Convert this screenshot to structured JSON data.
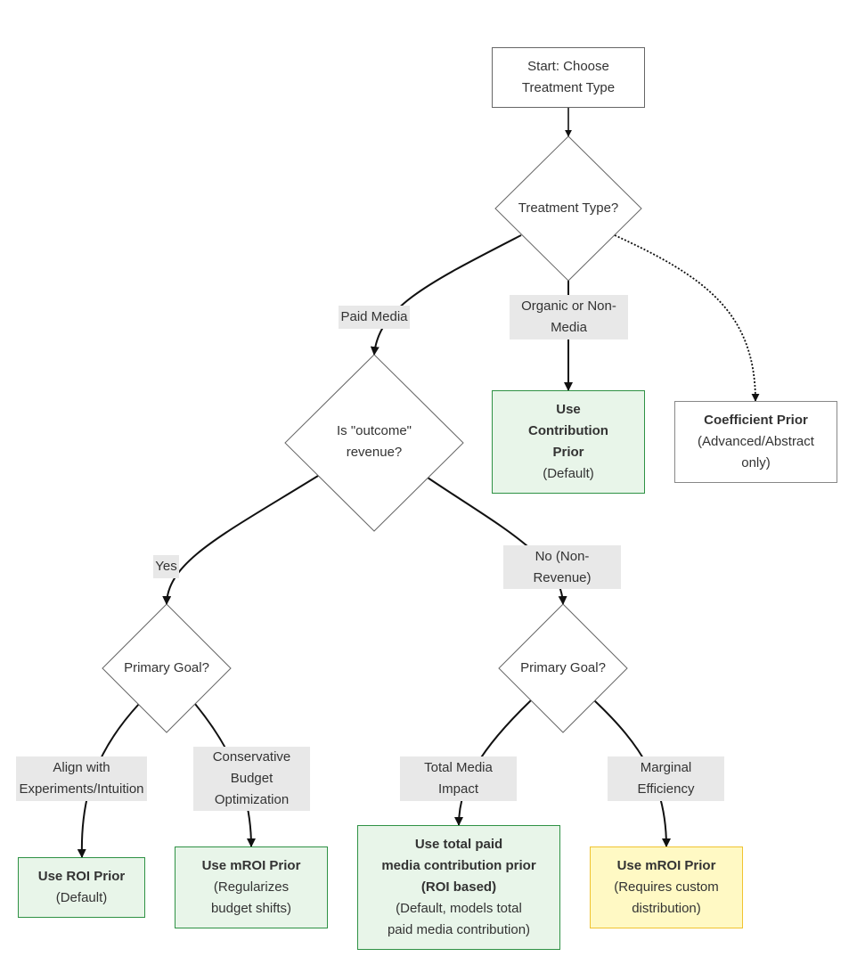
{
  "nodes": {
    "start": {
      "lines": [
        "Start: Choose",
        "Treatment Type"
      ]
    },
    "treatment_type": {
      "lines": [
        "Treatment Type?"
      ]
    },
    "outcome_revenue": {
      "lines": [
        "Is \"outcome\"",
        "revenue?"
      ]
    },
    "contribution_prior": {
      "bold": [
        "Use",
        "Contribution",
        "Prior"
      ],
      "lines": [
        "(Default)"
      ]
    },
    "coefficient_prior": {
      "bold": [
        "Coefficient Prior"
      ],
      "lines": [
        "(Advanced/Abstract",
        "only)"
      ]
    },
    "goal_left": {
      "lines": [
        "Primary Goal?"
      ]
    },
    "goal_right": {
      "lines": [
        "Primary Goal?"
      ]
    },
    "roi_prior": {
      "bold": [
        "Use ROI Prior"
      ],
      "lines": [
        "(Default)"
      ]
    },
    "mroi_prior_left": {
      "bold": [
        "Use mROI Prior"
      ],
      "lines": [
        "(Regularizes",
        "budget shifts)"
      ]
    },
    "total_paid_prior": {
      "bold": [
        "Use total paid",
        "media contribution prior",
        "(ROI based)"
      ],
      "lines": [
        "(Default, models total",
        "paid media contribution)"
      ]
    },
    "mroi_prior_right": {
      "bold": [
        "Use mROI Prior"
      ],
      "lines": [
        "(Requires custom",
        "distribution)"
      ]
    }
  },
  "edges": {
    "paid_media": {
      "lines": [
        "Paid Media"
      ]
    },
    "organic": {
      "lines": [
        "Organic or Non-",
        "Media"
      ]
    },
    "yes": {
      "lines": [
        "Yes"
      ]
    },
    "no_non_revenue": {
      "lines": [
        "No (Non-",
        "Revenue)"
      ]
    },
    "align_experiments": {
      "lines": [
        "Align with",
        "Experiments/Intuition"
      ]
    },
    "conservative_budget": {
      "lines": [
        "Conservative",
        "Budget",
        "Optimization"
      ]
    },
    "total_media_impact": {
      "lines": [
        "Total Media",
        "Impact"
      ]
    },
    "marginal_efficiency": {
      "lines": [
        "Marginal",
        "Efficiency"
      ]
    }
  },
  "colors": {
    "line": "#111111",
    "diamond_border": "#666666",
    "label_background": "#e8e8e8",
    "green_fill": "#e8f5e9",
    "green_border": "#2e9144",
    "yellow_fill": "#fff9c4",
    "yellow_border": "#f0c330"
  }
}
